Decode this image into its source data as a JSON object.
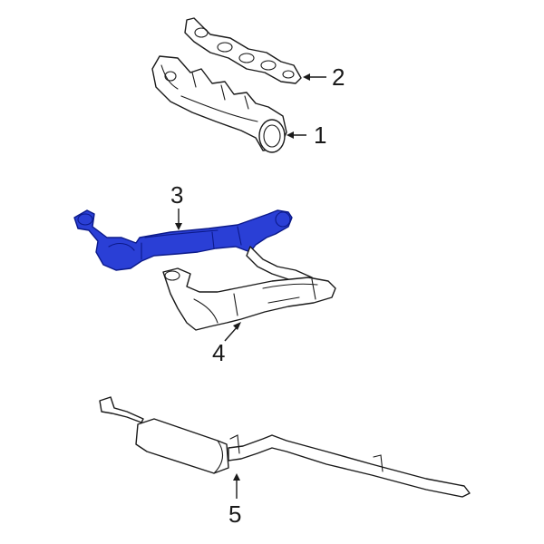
{
  "callouts": [
    {
      "number": "1",
      "part": "exhaust-manifold"
    },
    {
      "number": "2",
      "part": "manifold-gasket"
    },
    {
      "number": "3",
      "part": "catalytic-converter-assembly"
    },
    {
      "number": "4",
      "part": "catalytic-converter-right"
    },
    {
      "number": "5",
      "part": "muffler-tailpipe"
    }
  ],
  "colors": {
    "highlight": "#2a3fd6",
    "line": "#1a1a1a",
    "background": "#ffffff"
  }
}
